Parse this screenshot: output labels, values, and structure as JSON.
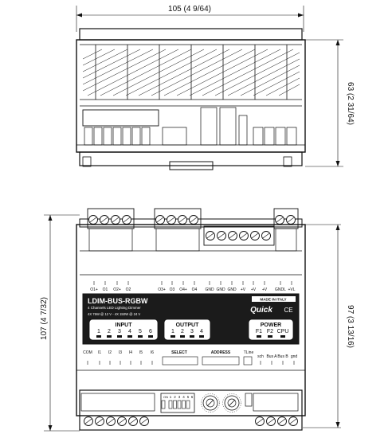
{
  "dimensions": {
    "top_width": "105 (4 9/64)",
    "top_height": "63 (2 31/64)",
    "front_height_left": "107 (4 7/32)",
    "front_height_right": "97 (3 13/16)"
  },
  "terminals_top": [
    "O1+",
    "O1",
    "O2+",
    "O2",
    "O3+",
    "O3",
    "O4+",
    "O4",
    "GND",
    "GND",
    "GND",
    "+V",
    "+V",
    "+V",
    "GNDL",
    "+VL"
  ],
  "panel": {
    "model": "LDIM-BUS-RGBW",
    "description": "4 Channels LED Lighting Dimmer",
    "rating": "4X 75W @ 12 V - 4X 150W @ 24 V",
    "made_in": "MADE IN ITALY",
    "brand": "Quick",
    "ce_mark": "CE"
  },
  "input_group": {
    "title": "INPUT",
    "numbers": [
      "1",
      "2",
      "3",
      "4",
      "5",
      "6"
    ]
  },
  "output_group": {
    "title": "OUTPUT",
    "numbers": [
      "1",
      "2",
      "3",
      "4"
    ]
  },
  "power_group": {
    "title": "POWER",
    "labels": [
      "F1",
      "F2",
      "CPU"
    ]
  },
  "bottom_labels": {
    "com": "COM",
    "inputs": [
      "I1",
      "I2",
      "I3",
      "I4",
      "I5",
      "I6"
    ],
    "select": "SELECT",
    "address": "ADDRESS",
    "tline": "TLine",
    "bus": [
      "sch",
      "Bus A",
      "Bus B",
      "gnd"
    ]
  },
  "dip_numbers": [
    "1",
    "2",
    "3",
    "4",
    "5",
    "6"
  ],
  "dip_on": "ON"
}
